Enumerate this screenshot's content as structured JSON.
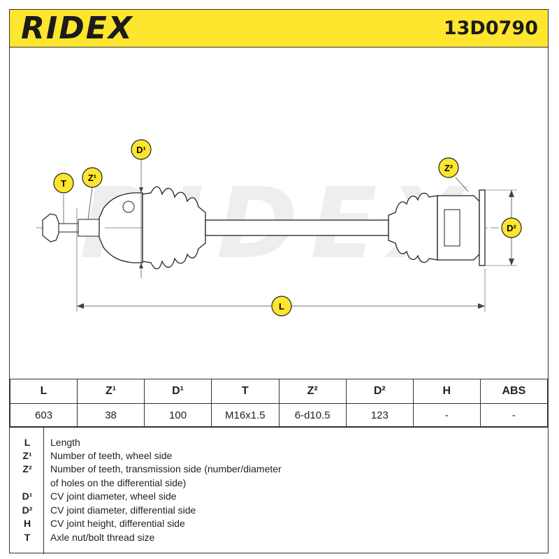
{
  "header": {
    "brand": "RIDEX",
    "part_number": "13D0790"
  },
  "callouts": {
    "T": "T",
    "Z1": "Z¹",
    "D1": "D¹",
    "Z2": "Z²",
    "D2": "D²",
    "L": "L"
  },
  "watermark": "RIDEX",
  "table": {
    "headers": [
      "L",
      "Z¹",
      "D¹",
      "T",
      "Z²",
      "D²",
      "H",
      "ABS"
    ],
    "values": [
      "603",
      "38",
      "100",
      "M16x1.5",
      "6-d10.5",
      "123",
      "-",
      "-"
    ]
  },
  "legend": [
    {
      "symbol": "L",
      "text": "Length"
    },
    {
      "symbol": "Z¹",
      "text": "Number of teeth, wheel side"
    },
    {
      "symbol": "Z²",
      "text": "Number of teeth, transmission side (number/diameter"
    },
    {
      "symbol": "",
      "text": "of holes on the differential side)"
    },
    {
      "symbol": "D¹",
      "text": "CV joint diameter, wheel side"
    },
    {
      "symbol": "D²",
      "text": "CV joint diameter, differential side"
    },
    {
      "symbol": "H",
      "text": "CV joint height, differential side"
    },
    {
      "symbol": "T",
      "text": "Axle nut/bolt thread size"
    }
  ],
  "colors": {
    "header_bg": "#ffe62e",
    "callout_fill": "#ffe62e",
    "outline": "#222222"
  }
}
